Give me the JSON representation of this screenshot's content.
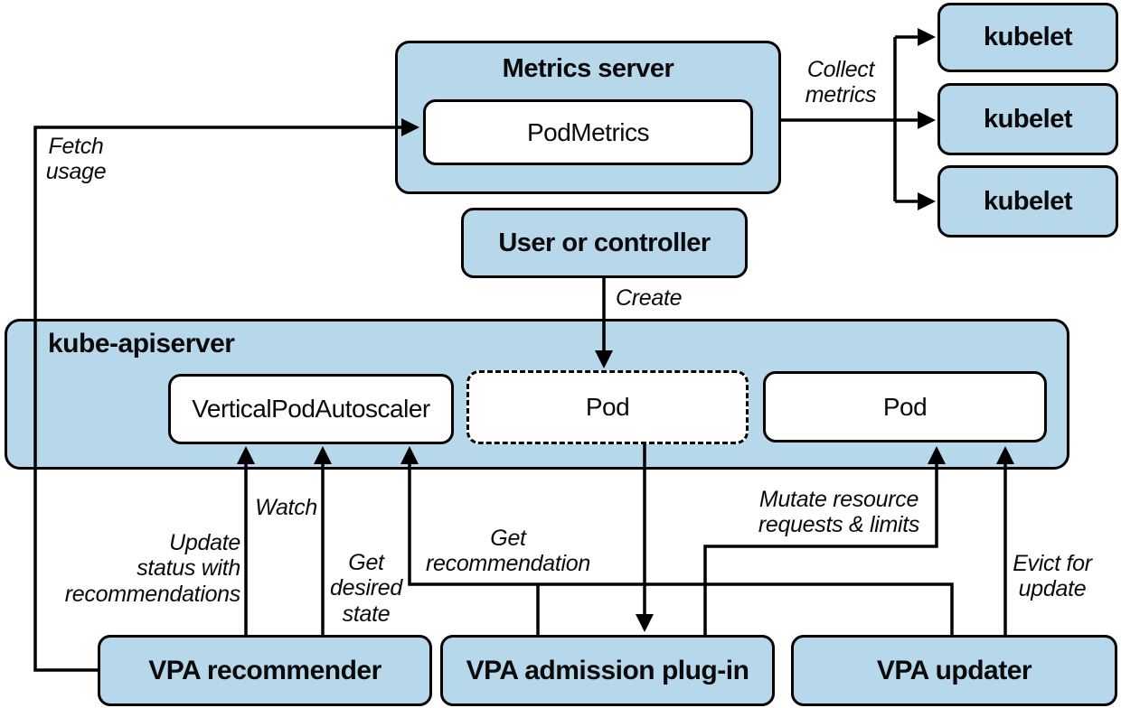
{
  "colors": {
    "node_fill": "#b7d7ea",
    "node_border": "#000000",
    "background": "#ffffff",
    "text": "#0a0a0a"
  },
  "nodes": {
    "metrics_server": "Metrics server",
    "pod_metrics": "PodMetrics",
    "kubelets": [
      "kubelet",
      "kubelet",
      "kubelet"
    ],
    "user_or_controller": "User or controller",
    "kube_apiserver": "kube-apiserver",
    "vertical_pod_autoscaler": "VerticalPodAutoscaler",
    "pod_dashed": "Pod",
    "pod_solid": "Pod",
    "vpa_recommender": "VPA recommender",
    "vpa_admission_plugin": "VPA admission plug-in",
    "vpa_updater": "VPA updater"
  },
  "edges": [
    {
      "from": "vpa_recommender",
      "to": "metrics_server",
      "label": "Fetch\nusage"
    },
    {
      "from": "metrics_server",
      "to": "kubelets",
      "label": "Collect\nmetrics"
    },
    {
      "from": "user_or_controller",
      "to": "pod_dashed",
      "label": "Create"
    },
    {
      "from": "vpa_recommender",
      "to": "vertical_pod_autoscaler",
      "label": "Update\nstatus with\nrecommendations"
    },
    {
      "from": "vpa_recommender",
      "to": "vertical_pod_autoscaler",
      "label": "Watch"
    },
    {
      "from": "vpa_recommender",
      "to": "vertical_pod_autoscaler",
      "label": "Get\ndesired\nstate"
    },
    {
      "from": "vpa_admission_plugin_and_vpa_updater",
      "to": "vertical_pod_autoscaler",
      "label": "Get\nrecommendation"
    },
    {
      "from": "pod_dashed",
      "to": "vpa_admission_plugin",
      "label": ""
    },
    {
      "from": "vpa_admission_plugin",
      "to": "pod_solid",
      "label": "Mutate resource\nrequests & limits"
    },
    {
      "from": "vpa_updater",
      "to": "pod_solid",
      "label": "Evict for\nupdate"
    }
  ]
}
